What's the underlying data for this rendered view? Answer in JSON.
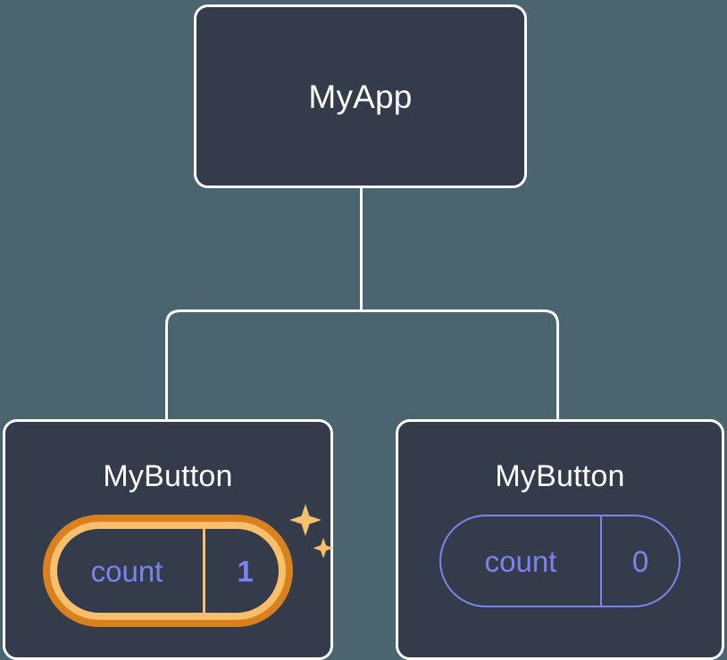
{
  "diagram": {
    "type": "component-tree",
    "background_color": "#4a6570",
    "card_color": "#343b4a",
    "card_border_color": "#ffffff",
    "connector_color": "#ffffff",
    "state_color": "#7c83ee",
    "highlight_outer_color": "#d9801f",
    "highlight_inner_color": "#fabf6b",
    "sparkle_color": "#fabf6b"
  },
  "root": {
    "title": "MyApp"
  },
  "children": [
    {
      "title": "MyButton",
      "state": {
        "key": "count",
        "value": "1",
        "highlighted": true,
        "has_sparkles": true
      }
    },
    {
      "title": "MyButton",
      "state": {
        "key": "count",
        "value": "0",
        "highlighted": false,
        "has_sparkles": false
      }
    }
  ]
}
